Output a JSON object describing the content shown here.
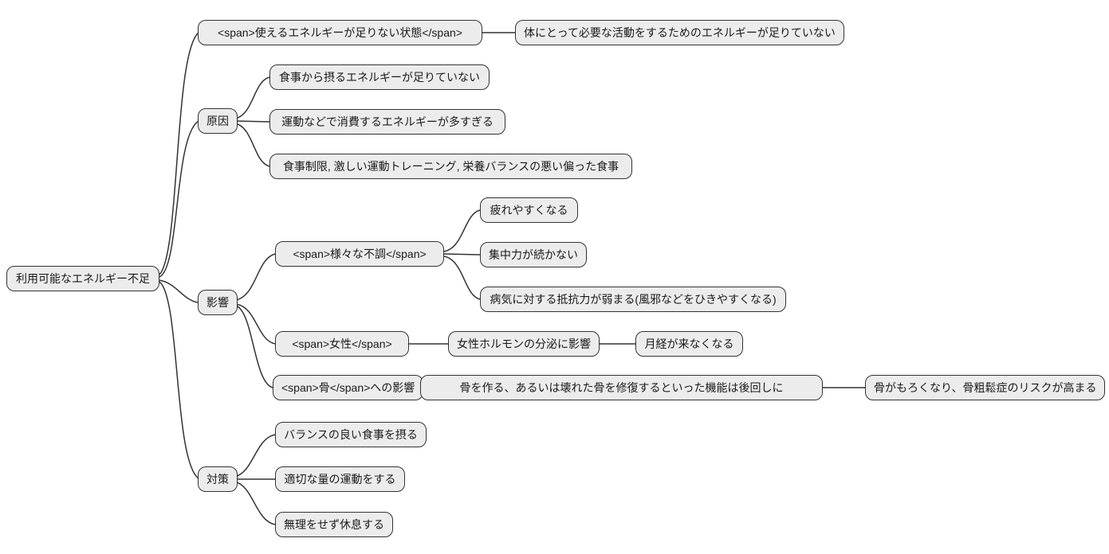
{
  "mindmap": {
    "root": "利用可能なエネルギー不足",
    "state": {
      "label": "<span>使えるエネルギーが足りない状態</span>",
      "desc": "体にとって必要な活動をするためのエネルギーが足りていない"
    },
    "causes": {
      "label": "原因",
      "items": [
        "食事から摂るエネルギーが足りていない",
        "運動などで消費するエネルギーが多すぎる",
        "食事制限, 激しい運動トレーニング, 栄養バランスの悪い偏った食事"
      ]
    },
    "effects": {
      "label": "影響",
      "conditions": {
        "label": "<span>様々な不調</span>",
        "items": [
          "疲れやすくなる",
          "集中力が続かない",
          "病気に対する抵抗力が弱まる(風邪などをひきやすくなる)"
        ]
      },
      "women": {
        "label": "<span>女性</span>",
        "chain": [
          "女性ホルモンの分泌に影響",
          "月経が来なくなる"
        ]
      },
      "bone": {
        "label": "<span>骨</span>への影響",
        "chain": [
          "骨を作る、あるいは壊れた骨を修復するといった機能は後回しに",
          "骨がもろくなり、骨粗鬆症のリスクが高まる"
        ]
      }
    },
    "countermeasures": {
      "label": "対策",
      "items": [
        "バランスの良い食事を摂る",
        "適切な量の運動をする",
        "無理をせず休息する"
      ]
    },
    "colors": {
      "node_fill": "#ececec",
      "node_border": "#333333",
      "edge": "#333333",
      "background": "#ffffff",
      "text": "#1a1a1a"
    }
  }
}
